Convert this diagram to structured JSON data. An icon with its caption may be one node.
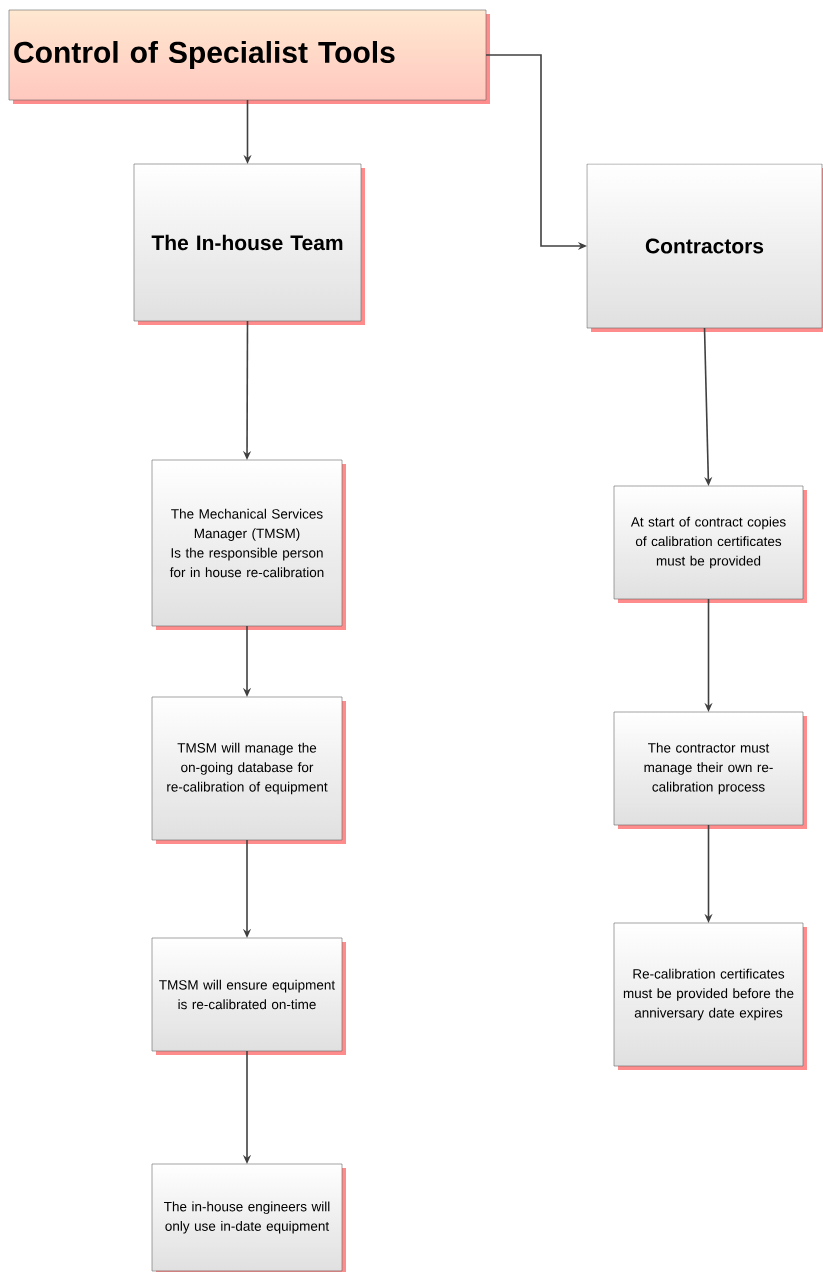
{
  "diagram": {
    "nodes": [
      {
        "text": [
          "Control of Specialist Tools"
        ]
      },
      {
        "text": [
          "The In-house Team"
        ]
      },
      {
        "text": [
          "Contractors"
        ]
      },
      {
        "text": [
          "The Mechanical Services Manager (TMSM)",
          "Is the responsible person for in house re-calibration"
        ]
      },
      {
        "text": [
          "TMSM will manage the on-going database for re-calibration of equipment"
        ]
      },
      {
        "text": [
          "TMSM will ensure equipment is re-calibrated on-time"
        ]
      },
      {
        "text": [
          "The in-house engineers will only use in-date equipment"
        ]
      },
      {
        "text": [
          "At start of contract copies of calibration certificates must be provided"
        ]
      },
      {
        "text": [
          "The contractor must manage their own re-calibration process"
        ]
      },
      {
        "text": [
          "Re-calibration certificates must be provided before the anniversary date expires"
        ]
      }
    ],
    "edges": [
      {
        "from": 0,
        "to": 1,
        "arrow": "to"
      },
      {
        "from": 0,
        "to": 2,
        "arrow": "to"
      },
      {
        "from": 1,
        "to": 3,
        "arrow": "to"
      },
      {
        "from": 3,
        "to": 4,
        "arrow": "to"
      },
      {
        "from": 4,
        "to": 5,
        "arrow": "to"
      },
      {
        "from": 5,
        "to": 6,
        "arrow": "to"
      },
      {
        "from": 2,
        "to": 7,
        "arrow": "to"
      },
      {
        "from": 7,
        "to": 8,
        "arrow": "to"
      },
      {
        "from": 8,
        "to": 9,
        "arrow": "to"
      }
    ]
  }
}
